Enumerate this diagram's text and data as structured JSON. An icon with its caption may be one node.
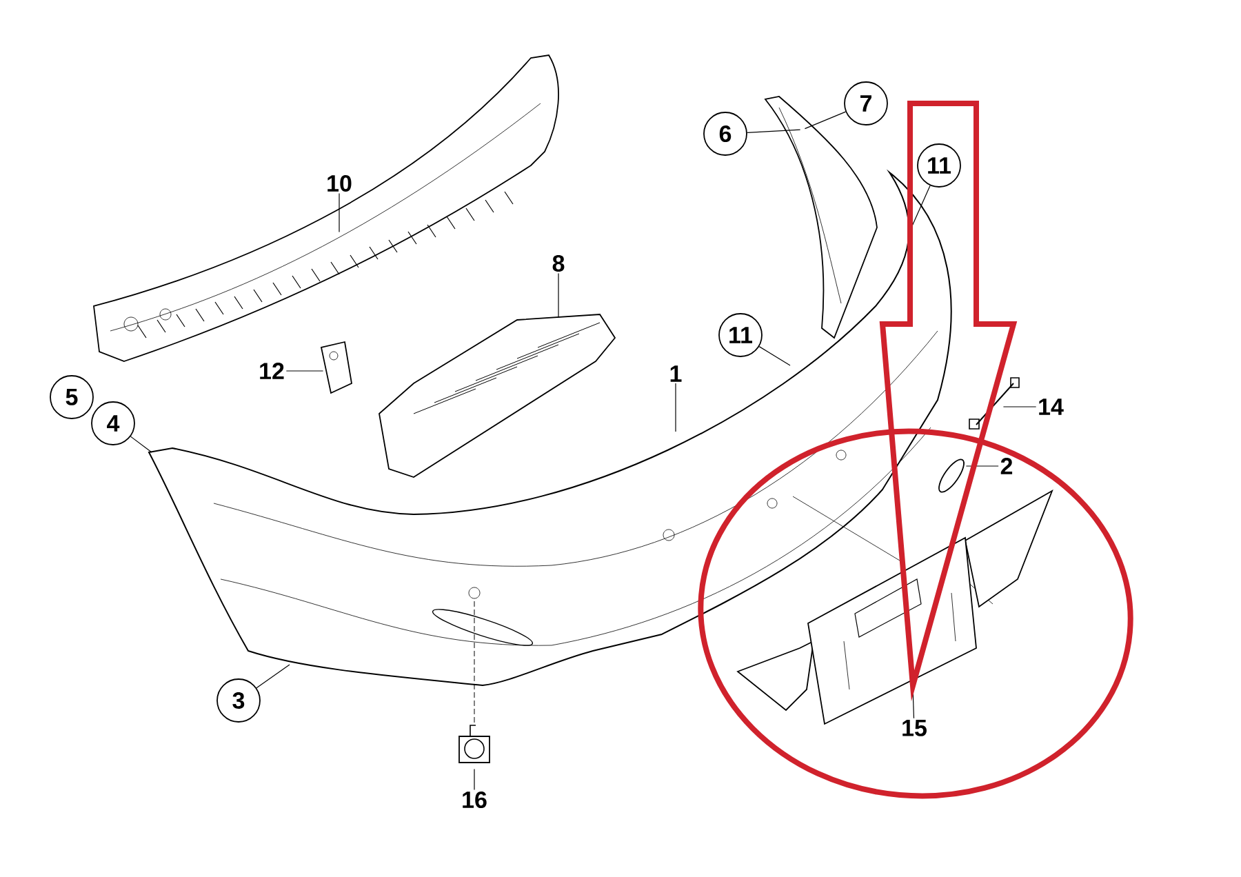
{
  "diagram": {
    "nodes": [
      {
        "text": [
          "10"
        ]
      },
      {
        "text": [],
        "shape": "picture"
      },
      {
        "text": [
          "7"
        ]
      },
      {
        "text": [
          "6"
        ]
      },
      {
        "text": [],
        "shape": "picture"
      },
      {
        "text": [
          "11"
        ]
      },
      {
        "text": [
          "8"
        ]
      },
      {
        "text": [],
        "shape": "picture"
      },
      {
        "text": [
          "11"
        ]
      },
      {
        "text": [
          "12"
        ]
      },
      {
        "text": [],
        "shape": "picture"
      },
      {
        "text": [
          "4"
        ]
      },
      {
        "text": [
          "1"
        ]
      },
      {
        "text": [
          "14"
        ]
      },
      {
        "text": [],
        "shape": "picture"
      },
      {
        "text": [
          "2"
        ]
      },
      {
        "text": [],
        "shape": "picture"
      },
      {
        "text": [
          "3"
        ]
      },
      {
        "text": [],
        "shape": "picture"
      },
      {
        "text": [
          "15"
        ]
      },
      {
        "text": [
          "16"
        ]
      },
      {
        "text": [],
        "shape": "picture"
      },
      {
        "text": [
          "5"
        ]
      }
    ],
    "edges": [
      {
        "from": 0,
        "to": 1,
        "arrow": "none"
      },
      {
        "from": 2,
        "to": 4,
        "arrow": "none"
      },
      {
        "from": 3,
        "to": 4,
        "arrow": "none"
      },
      {
        "from": 5,
        "to": null,
        "arrow": "none"
      },
      {
        "from": 6,
        "to": 7,
        "arrow": "none"
      },
      {
        "from": 8,
        "to": null,
        "arrow": "none"
      },
      {
        "from": 9,
        "to": 10,
        "arrow": "none"
      },
      {
        "from": 11,
        "to": null,
        "arrow": "none"
      },
      {
        "from": 12,
        "to": null,
        "arrow": "none"
      },
      {
        "from": 13,
        "to": 14,
        "arrow": "none"
      },
      {
        "from": 15,
        "to": 16,
        "arrow": "none"
      },
      {
        "from": 17,
        "to": null,
        "arrow": "none"
      },
      {
        "from": 19,
        "to": 18,
        "arrow": "none"
      },
      {
        "from": 20,
        "to": 21,
        "arrow": "none"
      },
      {
        "from": null,
        "to": 18,
        "arrow": "to",
        "style": "thick",
        "color": "#d0222c"
      }
    ]
  }
}
